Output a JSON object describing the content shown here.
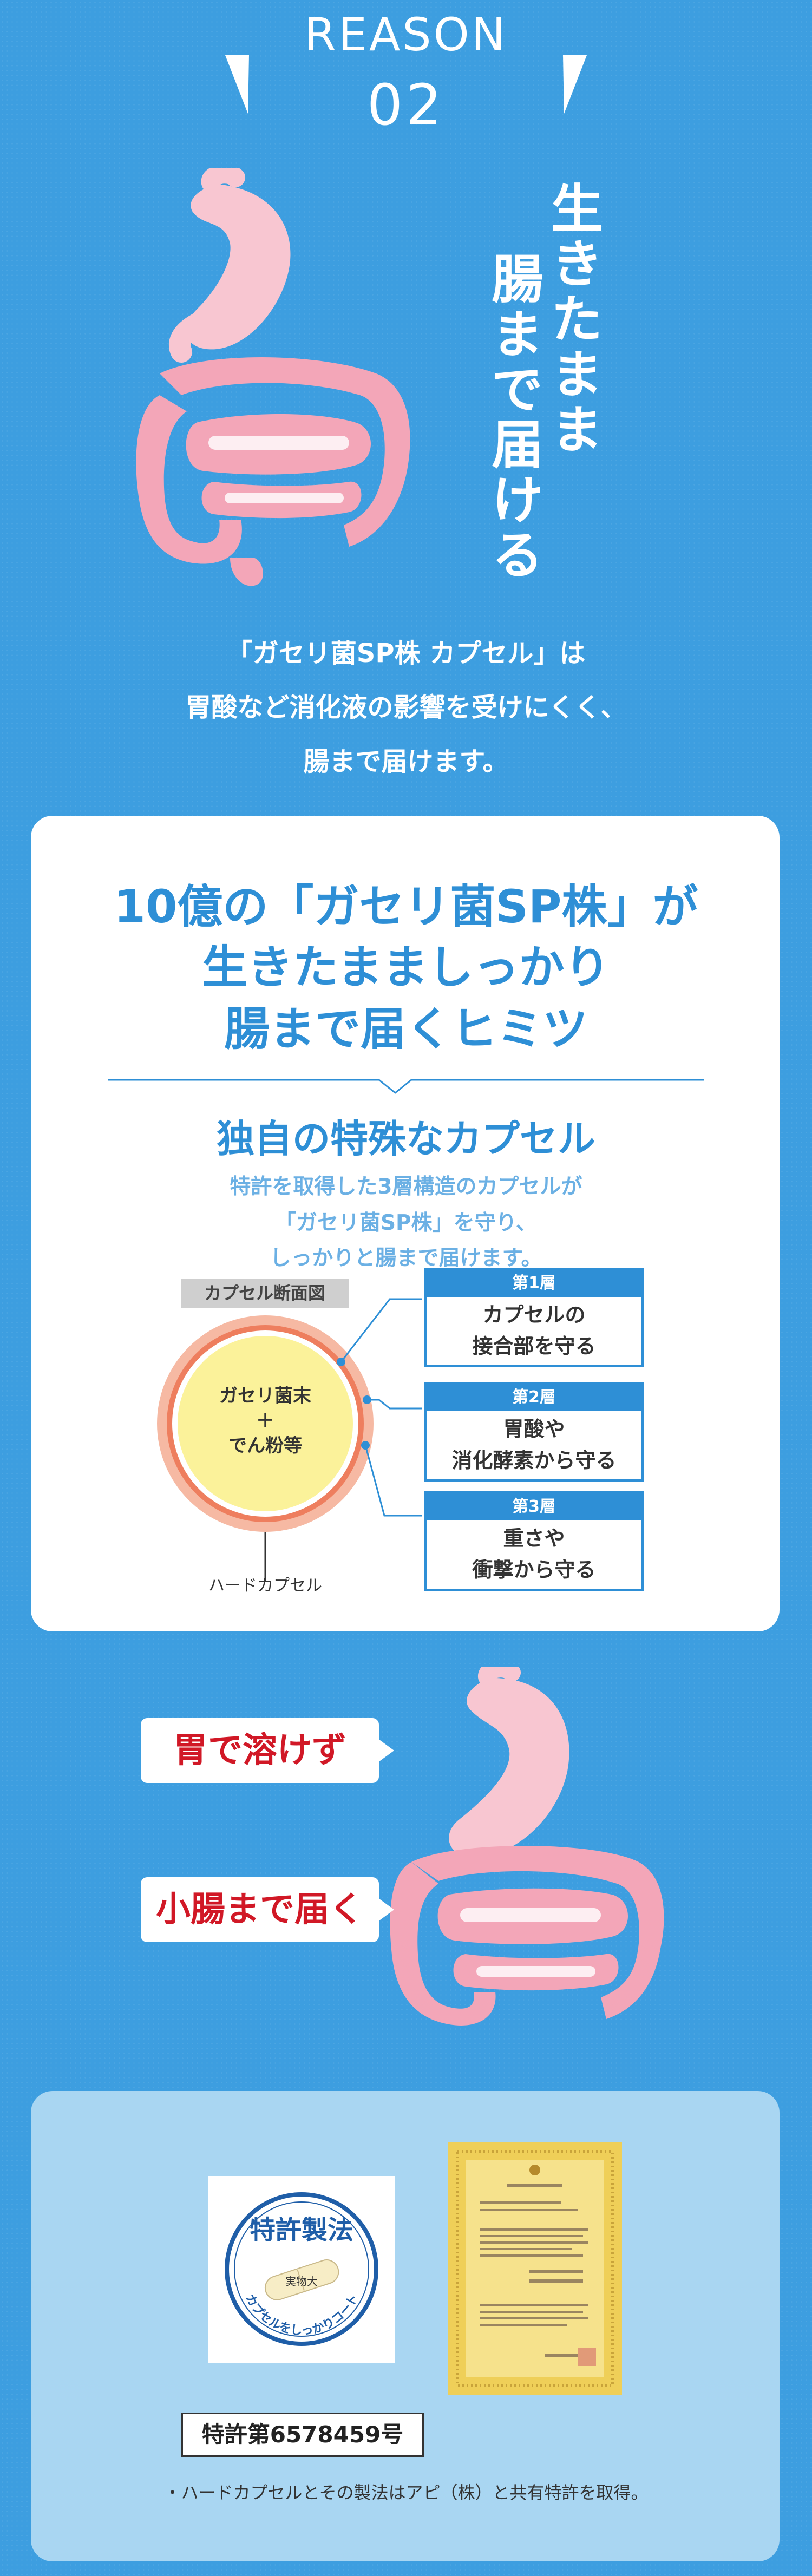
{
  "header": {
    "label": "REASON",
    "number": "02"
  },
  "vertical_title": {
    "col_right": "生きたまま",
    "col_left": "腸まで届ける"
  },
  "intro": {
    "line1": "「ガセリ菌SP株 カプセル」は",
    "line2": "胃酸など消化液の影響を受けにくく、",
    "line3": "腸まで届けます。"
  },
  "card": {
    "title_line1": "10億の「ガセリ菌SP株」が",
    "title_line2": "生きたまましっかり",
    "title_line3": "腸まで届くヒミツ",
    "subtitle": "独自の特殊なカプセル",
    "desc_line1": "特許を取得した3層構造のカプセルが",
    "desc_line2": "「ガセリ菌SP株」を守り、",
    "desc_line3": "しっかりと腸まで届けます。",
    "diagram_label": "カプセル断面図",
    "core_line1": "ガセリ菌末",
    "core_plus": "＋",
    "core_line2": "でん粉等",
    "hard_capsule_label": "ハードカプセル",
    "layers": [
      {
        "head": "第1層",
        "line1": "カプセルの",
        "line2": "接合部を守る"
      },
      {
        "head": "第2層",
        "line1": "胃酸や",
        "line2": "消化酵素から守る"
      },
      {
        "head": "第3層",
        "line1": "重さや",
        "line2": "衝撃から守る"
      }
    ]
  },
  "bubbles": {
    "stomach": "胃で溶けず",
    "intestine": "小腸まで届く"
  },
  "patent": {
    "badge_top": "特許製法",
    "badge_mid": "実物大",
    "badge_bottom": "カプセルをしっかりコート",
    "number": "特許第6578459号",
    "note": "・ハードカプセルとその製法はアピ（株）と共有特許を取得。"
  },
  "colors": {
    "background": "#3d9ee0",
    "accent": "#2e8fd6",
    "organ_pink": "#f3a6b8",
    "red": "#d11826"
  }
}
